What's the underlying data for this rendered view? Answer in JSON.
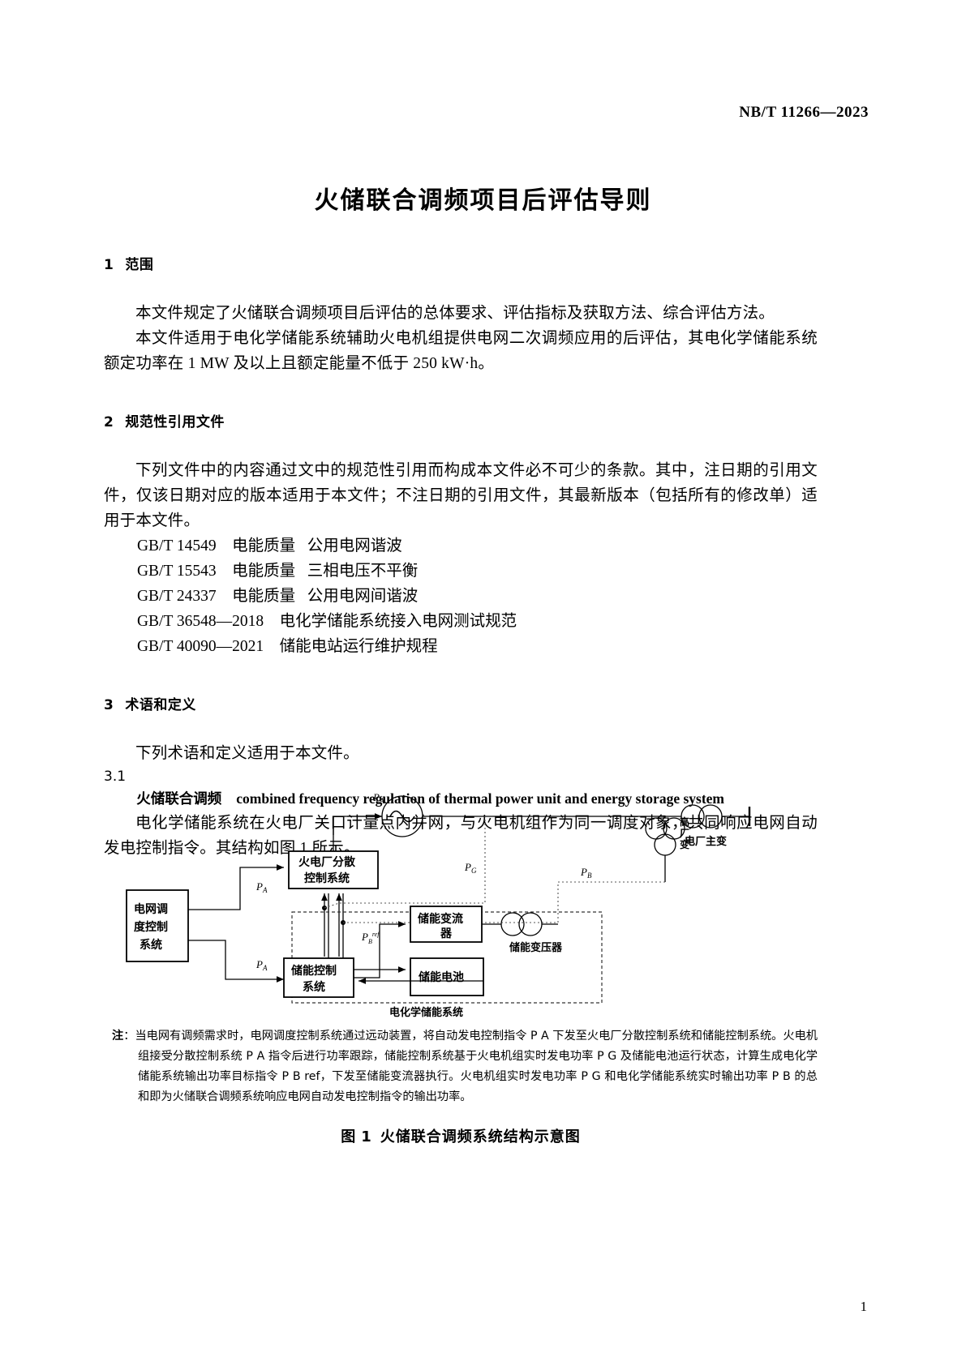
{
  "header": {
    "standard_prefix": "NB/T",
    "standard_number": "11266",
    "standard_separator": "—",
    "standard_year": "2023",
    "full": "NB/T 11266—2023"
  },
  "title": "火储联合调频项目后评估导则",
  "sections": [
    {
      "number": "1",
      "heading": "范围",
      "paragraphs": [
        "本文件规定了火储联合调频项目后评估的总体要求、评估指标及获取方法、综合评估方法。",
        "本文件适用于电化学储能系统辅助火电机组提供电网二次调频应用的后评估，其电化学储能系统额定功率在 1 MW 及以上且额定能量不低于 250 kW·h。"
      ]
    },
    {
      "number": "2",
      "heading": "规范性引用文件",
      "paragraphs": [
        "下列文件中的内容通过文中的规范性引用而构成本文件必不可少的条款。其中，注日期的引用文件，仅该日期对应的版本适用于本文件；不注日期的引用文件，其最新版本（包括所有的修改单）适用于本文件。"
      ],
      "references": [
        {
          "code": "GB/T 14549",
          "title": "电能质量   公用电网谐波"
        },
        {
          "code": "GB/T 15543",
          "title": "电能质量   三相电压不平衡"
        },
        {
          "code": "GB/T 24337",
          "title": "电能质量   公用电网间谐波"
        },
        {
          "code": "GB/T 36548—2018",
          "title": "电化学储能系统接入电网测试规范"
        },
        {
          "code": "GB/T 40090—2021",
          "title": "储能电站运行维护规程"
        }
      ]
    },
    {
      "number": "3",
      "heading": "术语和定义",
      "paragraphs": [
        "下列术语和定义适用于本文件。"
      ],
      "clause": {
        "number": "3.1",
        "term_cn": "火储联合调频",
        "term_en": "combined frequency regulation of thermal power unit and energy storage system",
        "definition": "电化学储能系统在火电厂关口计量点内并网，与火电机组作为同一调度对象，共同响应电网自动发电控制指令。其结构如图 1 所示。"
      }
    }
  ],
  "figure": {
    "caption_label": "图",
    "caption_number": "1",
    "caption_text": "火储联合调频系统结构示意图",
    "blocks": {
      "grid_dispatch": "电网调\n度控制\n系统",
      "thermal_dcs_l1": "火电厂分散",
      "thermal_dcs_l2": "控制系统",
      "ess_control_l1": "储能控制",
      "ess_control_l2": "系统",
      "pcs_l1": "储能变流",
      "pcs_l2": "器",
      "battery": "储能电池"
    },
    "labels": {
      "plant_main_transformer": "电厂主变",
      "aux_transformer": "高\n厂\n变",
      "ess_transformer": "储能变压器",
      "ess_system_group": "电化学储能系统"
    },
    "signals": {
      "pa": "P",
      "pa_sub": "A",
      "pg": "P",
      "pg_sub": "G",
      "pb": "P",
      "pb_sub": "B",
      "pbref": "P",
      "pbref_sub": "B",
      "pbref_sup": "ref"
    },
    "note": {
      "label": "注",
      "colon": "：",
      "text": "当电网有调频需求时，电网调度控制系统通过远动装置，将自动发电控制指令 P A 下发至火电厂分散控制系统和储能控制系统。火电机组接受分散控制系统 P A 指令后进行功率跟踪，储能控制系统基于火电机组实时发电功率 P G 及储能电池运行状态，计算生成电化学储能系统输出功率目标指令 P B ref，下发至储能变流器执行。火电机组实时发电功率 P G 和电化学储能系统实时输出功率 P B 的总和即为火储联合调频系统响应电网自动发电控制指令的输出功率。",
      "lines": [
        "当电网有调频需求时，电网调度控制系统通过远动装置，将自动发电控制指令 PA 下发至火电厂分散控制系统",
        "和储能控制系统。火电机组接受分散控制系统 PA 指令后进行功率跟踪，储能控制系统基于火电机组实时发",
        "电功率 PG 及储能电池运行状态，计算生成电化学储能系统输出功率目标指令 PB ref，下发至储能变流器执行。火",
        "电机组实时发电功率 PG 和电化学储能系统实时输出功率 PB 的总和即为火储联合调频系统响应电网自动发",
        "电控制指令的输出功率。"
      ]
    }
  },
  "footer": {
    "page_number": "1"
  },
  "colors": {
    "text": "#000000",
    "background": "#ffffff",
    "rule": "#000000",
    "dashed": "#555555"
  }
}
